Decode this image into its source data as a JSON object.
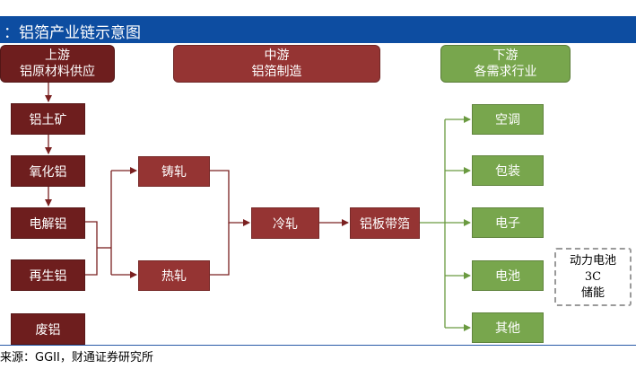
{
  "title": "：铝箔产业链示意图",
  "headers": {
    "upstream": {
      "line1": "上游",
      "line2": "铝原材料供应"
    },
    "midstream": {
      "line1": "中游",
      "line2": "铝箔制造"
    },
    "downstream": {
      "line1": "下游",
      "line2": "各需求行业"
    }
  },
  "upstream_items": [
    "铝土矿",
    "氧化铝",
    "电解铝",
    "再生铝",
    "废铝"
  ],
  "midstream_items": {
    "cast": "铸轧",
    "hot": "热轧",
    "cold": "冷轧",
    "foil": "铝板带箔"
  },
  "downstream_items": [
    "空调",
    "包装",
    "电子",
    "电池",
    "其他"
  ],
  "battery_note": [
    "动力电池",
    "3C",
    "储能"
  ],
  "source": "来源：GGII，财通证券研究所",
  "colors": {
    "title_bar": "#0d4da1",
    "dark": "#6e1e1e",
    "mid": "#953433",
    "green": "#78a64d"
  }
}
